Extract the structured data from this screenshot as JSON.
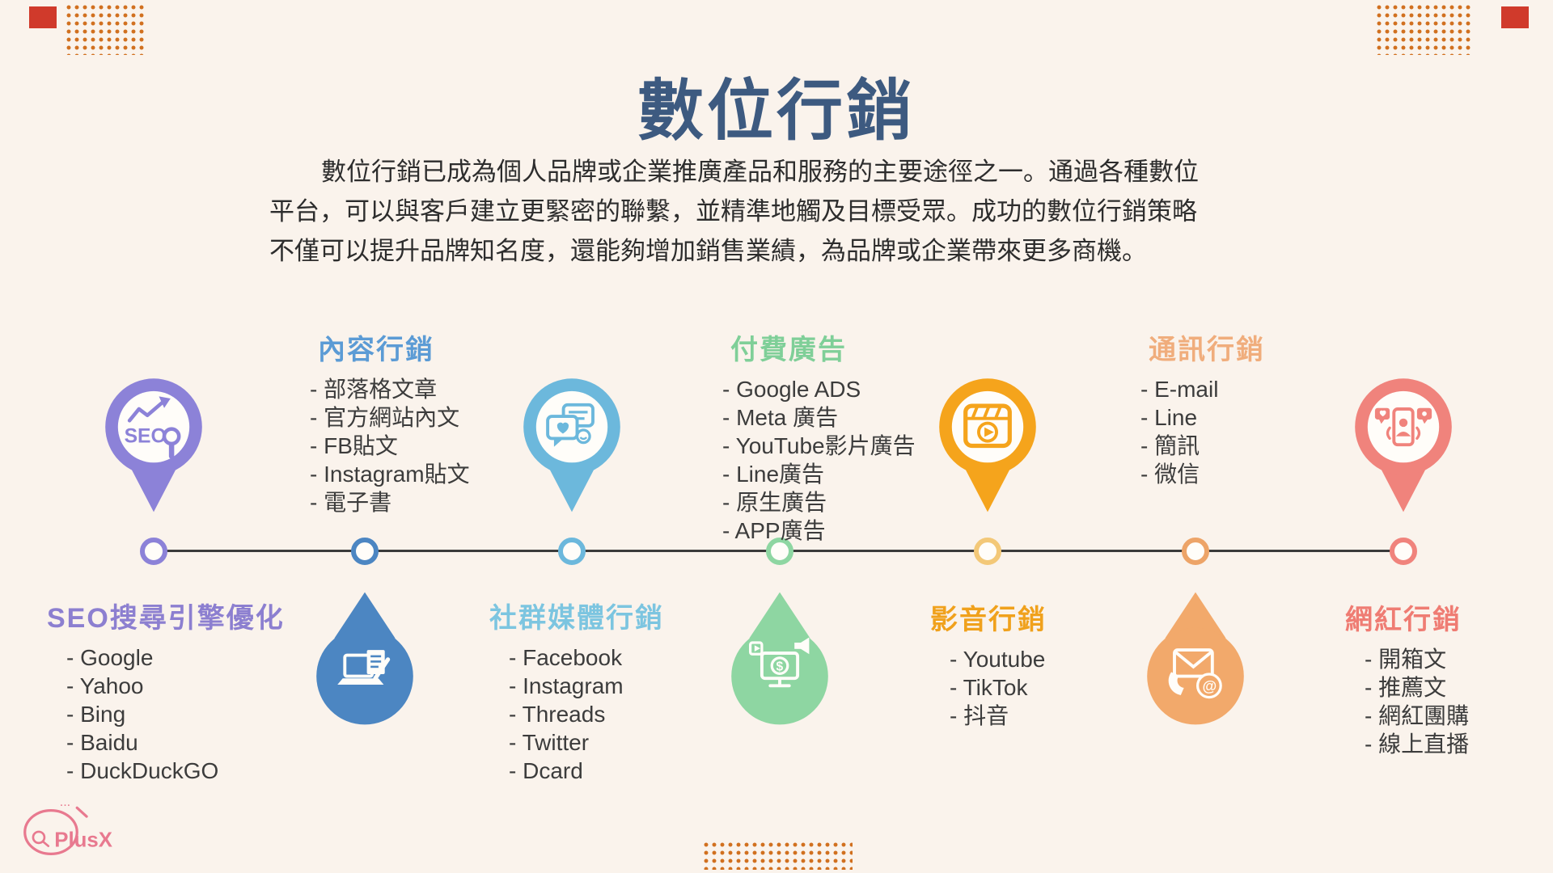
{
  "page": {
    "title": "數位行銷",
    "intro_lines": [
      "數位行銷已成為個人品牌或企業推廣產品和服務的主要途徑之一。通過各種數位",
      "平台，可以與客戶建立更緊密的聯繫，並精準地觸及目標受眾。成功的數位行銷策略",
      "不僅可以提升品牌知名度，還能夠增加銷售業績，為品牌或企業帶來更多商機。"
    ]
  },
  "pins": {
    "seo_label": "SEO"
  },
  "logo": {
    "brand": "PlusX",
    "dots": "..."
  },
  "colors": {
    "background": "#faf3ec",
    "title": "#3d5a80",
    "body_text": "#3c3c3c",
    "timeline_line": "#3b3b3b",
    "dot_accent": "#d1701f",
    "square_accent": "#d03a2b",
    "logo_pink": "#e8798f"
  },
  "categories": [
    {
      "id": "seo",
      "title": "SEO搜尋引擎優化",
      "color": "#8c82d8",
      "title_color": "#8c7fd0",
      "icon": "seo-magnifier-pin-icon",
      "position": "pin-above-text-below",
      "items": [
        "- Google",
        "- Yahoo",
        "- Bing",
        "- Baidu",
        "- DuckDuckGO"
      ]
    },
    {
      "id": "content",
      "title": "內容行銷",
      "color": "#4c86c2",
      "title_color": "#5b9bd5",
      "icon": "laptop-note-pin-icon",
      "position": "text-above-pin-below",
      "items": [
        "- 部落格文章",
        "- 官方網站內文",
        "- FB貼文",
        "- Instagram貼文",
        "- 電子書"
      ]
    },
    {
      "id": "social",
      "title": "社群媒體行銷",
      "color": "#6cb8dc",
      "title_color": "#7cc5e0",
      "icon": "chat-bubbles-pin-icon",
      "position": "pin-above-text-below",
      "items": [
        "- Facebook",
        "- Instagram",
        "- Threads",
        "- Twitter",
        "- Dcard"
      ]
    },
    {
      "id": "paid",
      "title": "付費廣告",
      "color": "#8ed6a2",
      "title_color": "#7fcf98",
      "icon": "monitor-ads-pin-icon",
      "position": "text-above-pin-below",
      "items": [
        "- Google  ADS",
        "- Meta 廣告",
        "- YouTube影片廣告",
        "- Line廣告",
        "- 原生廣告",
        "- APP廣告"
      ]
    },
    {
      "id": "video",
      "title": "影音行銷",
      "color": "#f5a41c",
      "title_color": "#f0a11c",
      "icon": "clapperboard-pin-icon",
      "position": "pin-above-text-below",
      "items": [
        "- Youtube",
        "- TikTok",
        "- 抖音"
      ]
    },
    {
      "id": "messaging",
      "title": "通訊行銷",
      "color": "#f2a96b",
      "title_color": "#f0ad7c",
      "icon": "envelope-at-pin-icon",
      "position": "text-above-pin-below",
      "items": [
        "- E-mail",
        "- Line",
        "- 簡訊",
        "- 微信"
      ]
    },
    {
      "id": "influencer",
      "title": "網紅行銷",
      "color": "#f0837c",
      "title_color": "#ef7c73",
      "icon": "phone-social-pin-icon",
      "position": "pin-above-text-below",
      "items": [
        "- 開箱文",
        "- 推薦文",
        "- 網紅團購",
        "- 線上直播"
      ]
    }
  ]
}
